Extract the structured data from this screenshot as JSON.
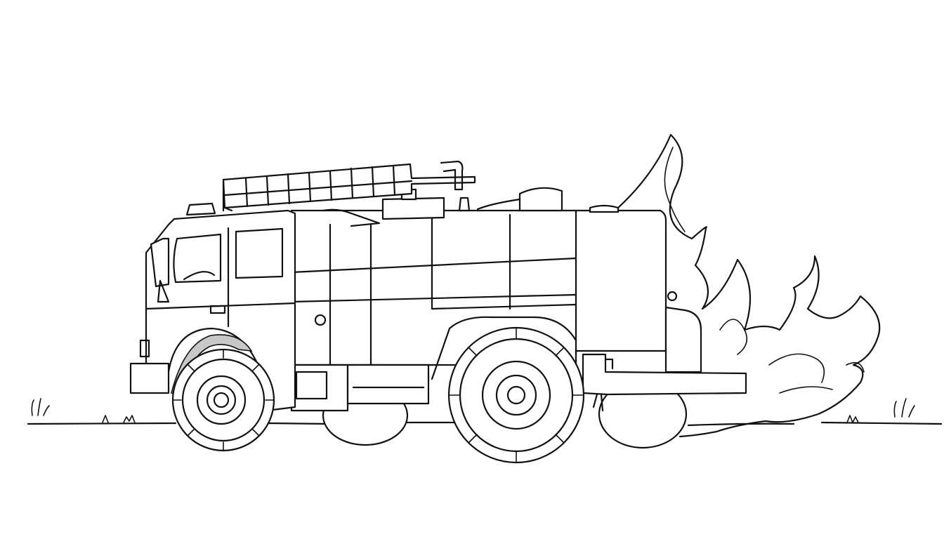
{
  "image": {
    "style": "black-and-white line art coloring page",
    "subject": "fire-truck",
    "elements": [
      "fire-truck",
      "ladder",
      "flames",
      "ground-line",
      "grass-tufts"
    ],
    "colors": {
      "background": "#ffffff",
      "ink": "#111111",
      "wheel-arch-shade": "#c8c8c8"
    }
  }
}
